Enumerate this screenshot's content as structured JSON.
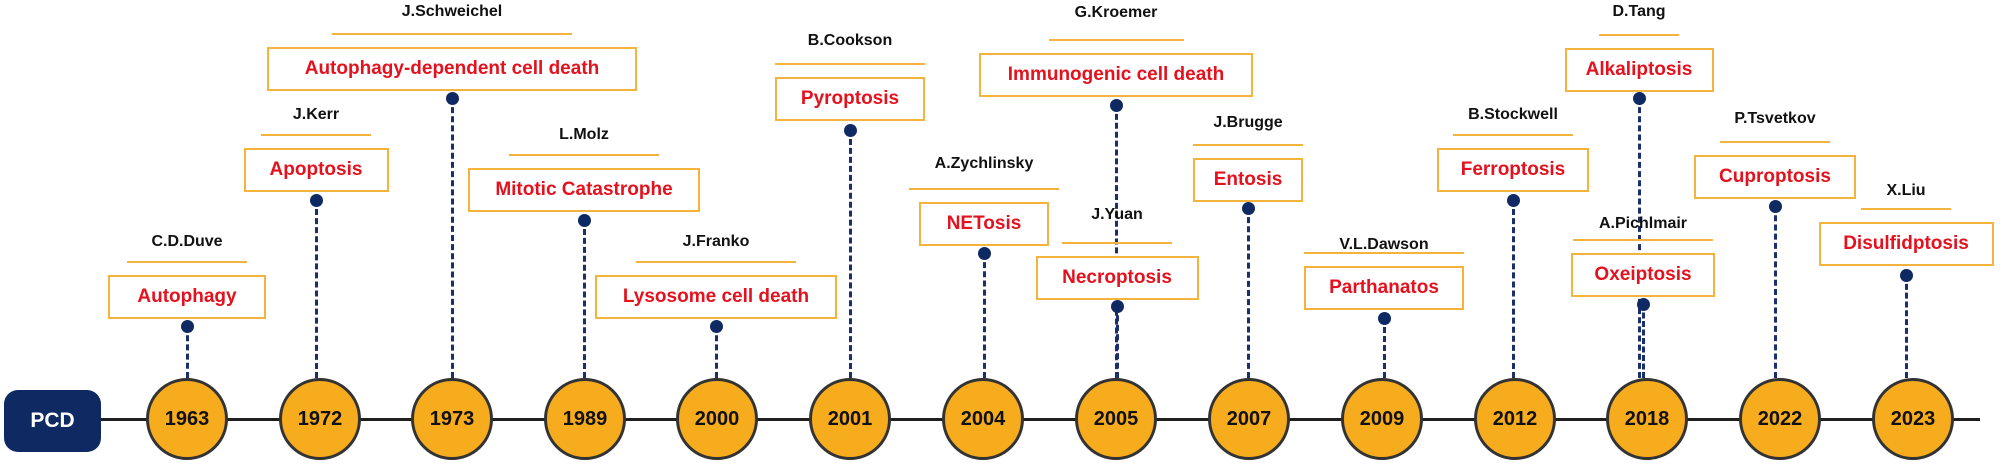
{
  "start_label": "PCD",
  "colors": {
    "circle_fill": "#f7ac1e",
    "box_border": "#f3b33d",
    "event_text": "#e3121e",
    "start_box": "#0f2a63",
    "marker": "#0f2a63"
  },
  "milestones": [
    {
      "year": "1963",
      "event": "Autophagy",
      "author": "C.D.Duve"
    },
    {
      "year": "1972",
      "event": "Apoptosis",
      "author": "J.Kerr"
    },
    {
      "year": "1973",
      "event": "Autophagy-dependent cell death",
      "author": "J.Schweichel"
    },
    {
      "year": "1989",
      "event": "Mitotic Catastrophe",
      "author": "L.Molz"
    },
    {
      "year": "2000",
      "event": "Lysosome cell death",
      "author": "J.Franko"
    },
    {
      "year": "2001",
      "event": "Pyroptosis",
      "author": "B.Cookson"
    },
    {
      "year": "2004",
      "event": "NETosis",
      "author": "A.Zychlinsky"
    },
    {
      "year": "2005",
      "event": "Immunogenic cell death",
      "author": "G.Kroemer"
    },
    {
      "year": "2005",
      "event": "Necroptosis",
      "author": "J.Yuan"
    },
    {
      "year": "2007",
      "event": "Entosis",
      "author": "J.Brugge"
    },
    {
      "year": "2009",
      "event": "Parthanatos",
      "author": "V.L.Dawson"
    },
    {
      "year": "2012",
      "event": "Ferroptosis",
      "author": "B.Stockwell"
    },
    {
      "year": "2018",
      "event": "Alkaliptosis",
      "author": "D.Tang"
    },
    {
      "year": "2018",
      "event": "Oxeiptosis",
      "author": "A.Pichlmair"
    },
    {
      "year": "2022",
      "event": "Cuproptosis",
      "author": "P.Tsvetkov"
    },
    {
      "year": "2023",
      "event": "Disulfidptosis",
      "author": "X.Liu"
    }
  ]
}
